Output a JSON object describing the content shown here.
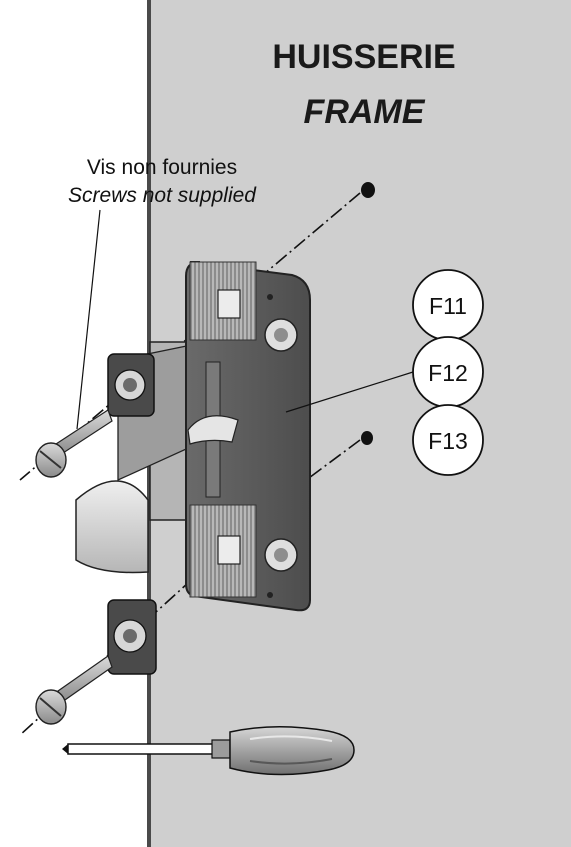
{
  "diagram": {
    "title": "HUISSERIE",
    "title_translation": "FRAME",
    "note": "Vis non fournies",
    "note_translation": "Screws not supplied",
    "callouts": [
      {
        "label": "F11"
      },
      {
        "label": "F12"
      },
      {
        "label": "F13"
      }
    ],
    "colors": {
      "wall": "#cfcfcf",
      "wall_edge": "#4a4a4a",
      "plate": "#5f5f5f",
      "plate_light": "#a7a7a7",
      "line": "#111111"
    },
    "icons": {
      "tool": "screwdriver-icon",
      "fastener": "screw-icon",
      "part": "strike-plate-icon"
    }
  }
}
